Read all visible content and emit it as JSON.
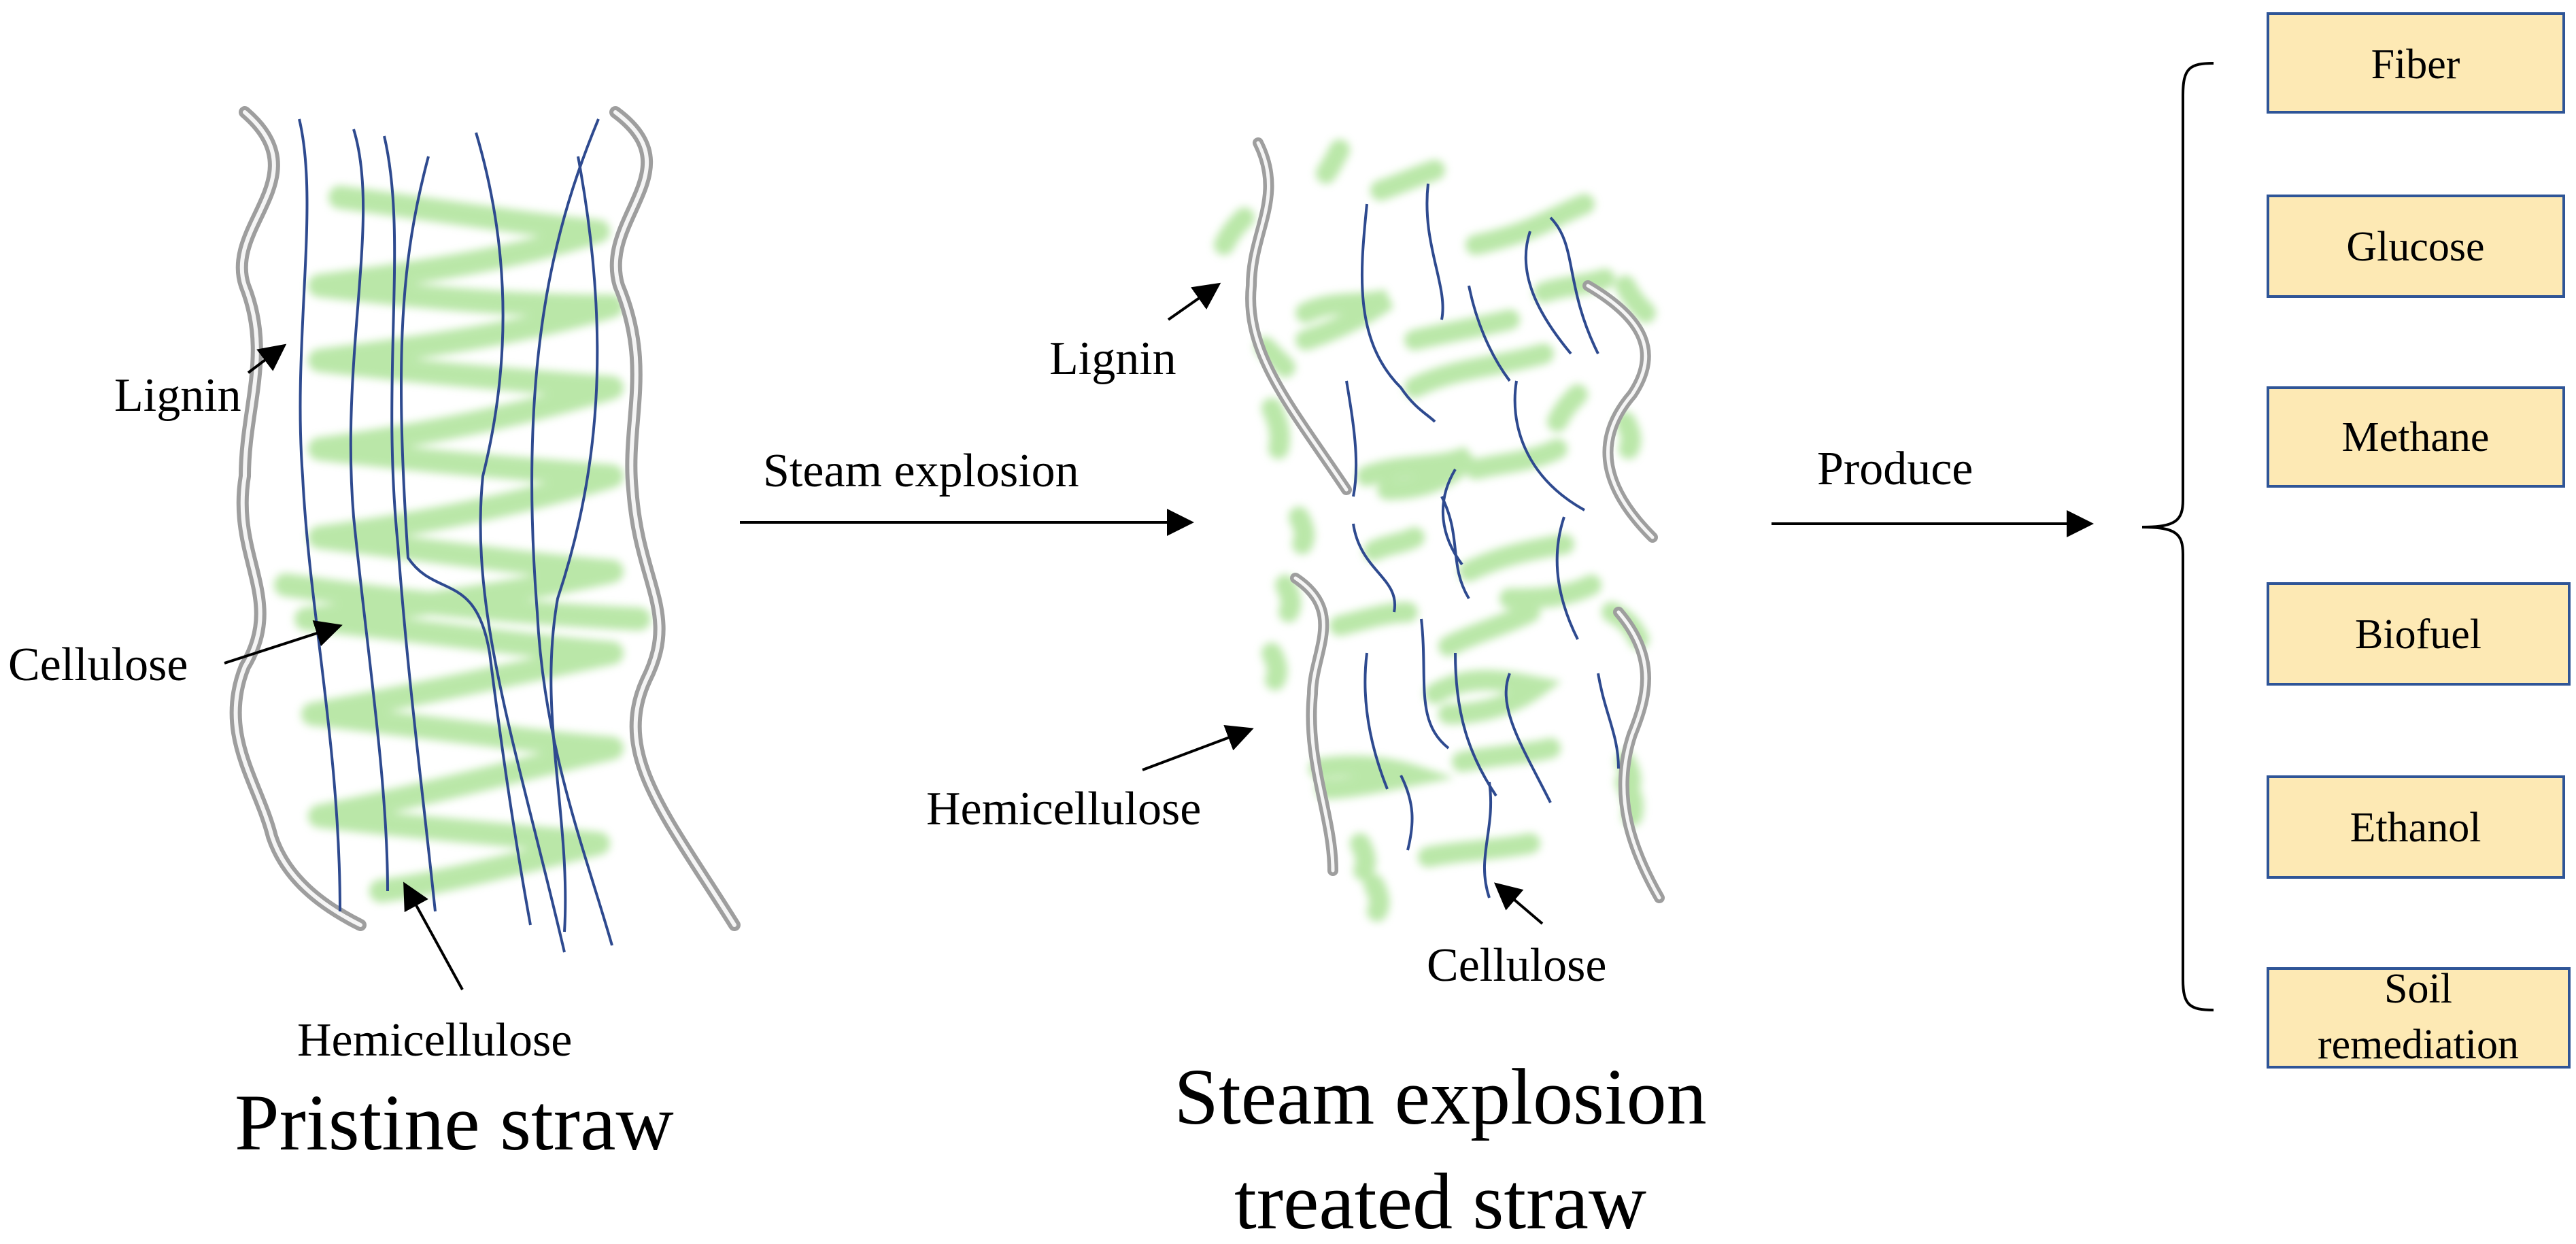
{
  "left_panel": {
    "title": "Pristine straw",
    "labels": {
      "lignin": "Lignin",
      "cellulose": "Cellulose",
      "hemicellulose": "Hemicellulose"
    }
  },
  "process_arrow": {
    "label": "Steam explosion"
  },
  "middle_panel": {
    "title_line1": "Steam explosion",
    "title_line2": "treated straw",
    "labels": {
      "lignin": "Lignin",
      "hemicellulose": "Hemicellulose",
      "cellulose": "Cellulose"
    }
  },
  "produce_arrow": {
    "label": "Produce"
  },
  "products": [
    {
      "label": "Fiber"
    },
    {
      "label": "Glucose"
    },
    {
      "label": "Methane"
    },
    {
      "label": "Biofuel"
    },
    {
      "label": "Ethanol"
    },
    {
      "label_line1": "Soil",
      "label_line2": "remediation"
    }
  ],
  "colors": {
    "lignin_stroke": "#bdbdbd",
    "cellulose_stroke": "#2e4a8f",
    "hemicellulose_glow": "#aee39a",
    "box_fill": "#fde9b4",
    "box_border": "#2f5597",
    "text": "#000000"
  }
}
